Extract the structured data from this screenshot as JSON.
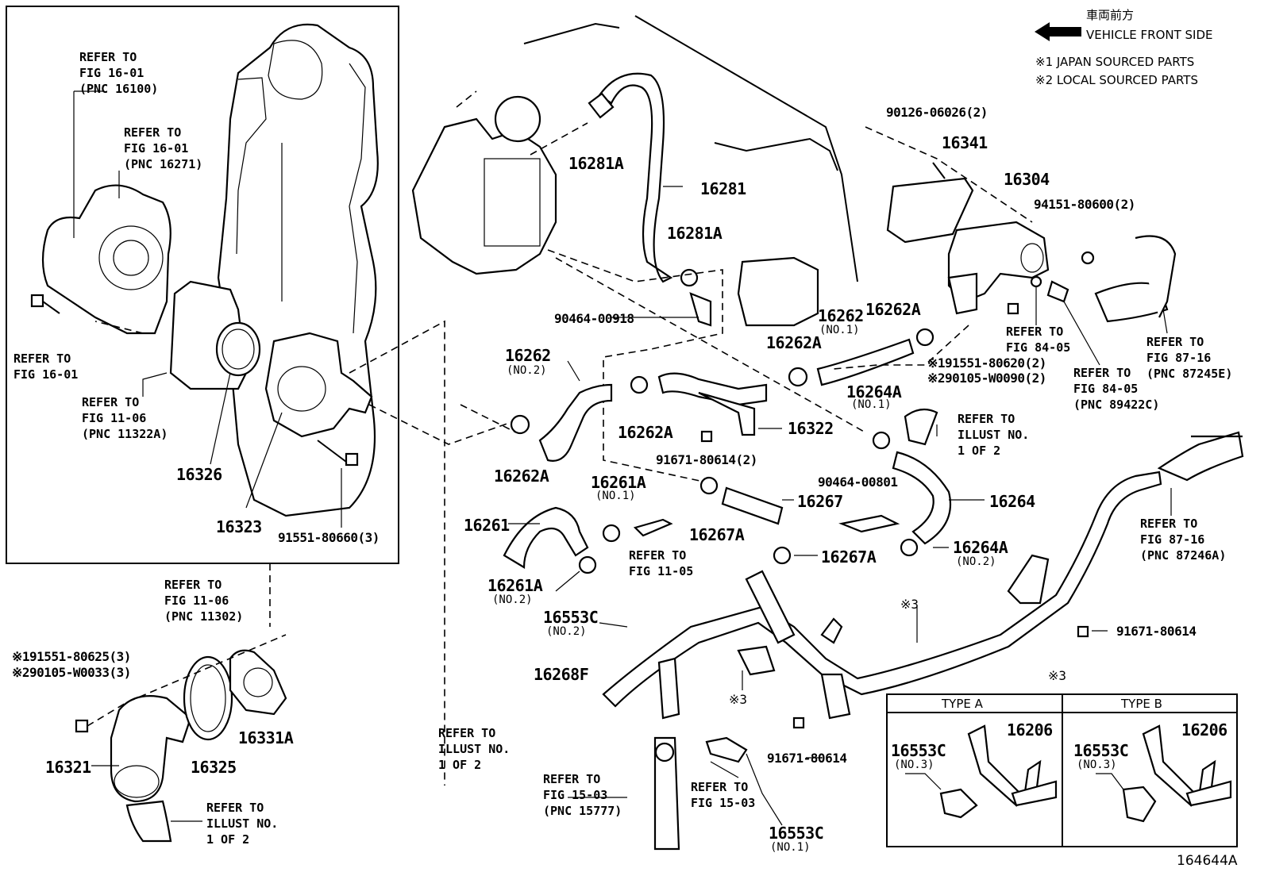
{
  "header": {
    "front_jp": "車両前方",
    "front_en": "VEHICLE FRONT SIDE",
    "note1": "※1 JAPAN SOURCED PARTS",
    "note2": "※2 LOCAL SOURCED PARTS"
  },
  "figure_id": "164644A",
  "inset": {
    "mark": "※3",
    "type_a": "TYPE A",
    "type_b": "TYPE B"
  },
  "labels": {
    "refer_16100": "REFER TO\nFIG 16-01\n(PNC 16100)",
    "refer_16271": "REFER TO\nFIG 16-01\n(PNC 16271)",
    "refer_fig1601": "REFER TO\nFIG 16-01",
    "refer_11322a": "REFER TO\nFIG 11-06\n(PNC 11322A)",
    "refer_11302": "REFER TO\nFIG 11-06\n(PNC 11302)",
    "refer_illust_a": "REFER TO\nILLUST NO.\n1 OF 2",
    "refer_illust_b": "REFER TO\nILLUST NO.\n1 OF 2",
    "refer_illust_c": "REFER TO\nILLUST NO.\n1 OF 2",
    "refer_1105": "REFER TO\nFIG 11-05",
    "refer_15777": "REFER TO\nFIG 15-03\n(PNC 15777)",
    "refer_1503": "REFER TO\nFIG 15-03",
    "refer_8405a": "REFER TO\nFIG 84-05",
    "refer_89422c": "REFER TO\nFIG 84-05\n(PNC 89422C)",
    "refer_87245e": "REFER TO\nFIG 87-16\n(PNC 87245E)",
    "refer_87246a": "REFER TO\nFIG 87-16\n(PNC 87246A)",
    "p16326": "16326",
    "p16323": "16323",
    "p91551_80660": "91551-80660(3)",
    "p191551_80625": "※191551-80625(3)",
    "p290105_w0033": "※290105-W0033(3)",
    "p16321": "16321",
    "p16325": "16325",
    "p16331a": "16331A",
    "p16281a_1": "16281A",
    "p16281": "16281",
    "p16281a_2": "16281A",
    "p90464_00918": "90464-00918",
    "p16262_no2": "16262",
    "p16262_no2_sub": "(NO.2)",
    "p16262a_1": "16262A",
    "p16262a_2": "16262A",
    "p16262a_3": "16262A",
    "p16262a_4": "16262A",
    "p16262_no1": "16262",
    "p16262_no1_sub": "(NO.1)",
    "p16322": "16322",
    "p91671_80614_2": "91671-80614(2)",
    "p16264a_no1": "16264A",
    "p16264a_no1_sub": "(NO.1)",
    "p16261a_no1": "16261A",
    "p16261a_no1_sub": "(NO.1)",
    "p16261": "16261",
    "p16267a_1": "16267A",
    "p16267": "16267",
    "p90464_00801": "90464-00801",
    "p16264": "16264",
    "p16264a_no2": "16264A",
    "p16264a_no2_sub": "(NO.2)",
    "p16267a_2": "16267A",
    "p16261a_no2": "16261A",
    "p16261a_no2_sub": "(NO.2)",
    "p16553c_no2": "16553C",
    "p16553c_no2_sub": "(NO.2)",
    "p16268f": "16268F",
    "mark3_a": "※3",
    "mark3_b": "※3",
    "p91671_80614_a": "91671-80614",
    "p91671_80614_b": "91671-80614",
    "p16553c_no1": "16553C",
    "p16553c_no1_sub": "(NO.1)",
    "p90126_06026": "90126-06026(2)",
    "p16341": "16341",
    "p16304": "16304",
    "p94151_80600": "94151-80600(2)",
    "p191551_80620": "※191551-80620(2)",
    "p290105_w0090": "※290105-W0090(2)",
    "ia_16206": "16206",
    "ia_16553c": "16553C",
    "ia_16553c_sub": "(NO.3)",
    "ib_16206": "16206",
    "ib_16553c": "16553C",
    "ib_16553c_sub": "(NO.3)"
  }
}
